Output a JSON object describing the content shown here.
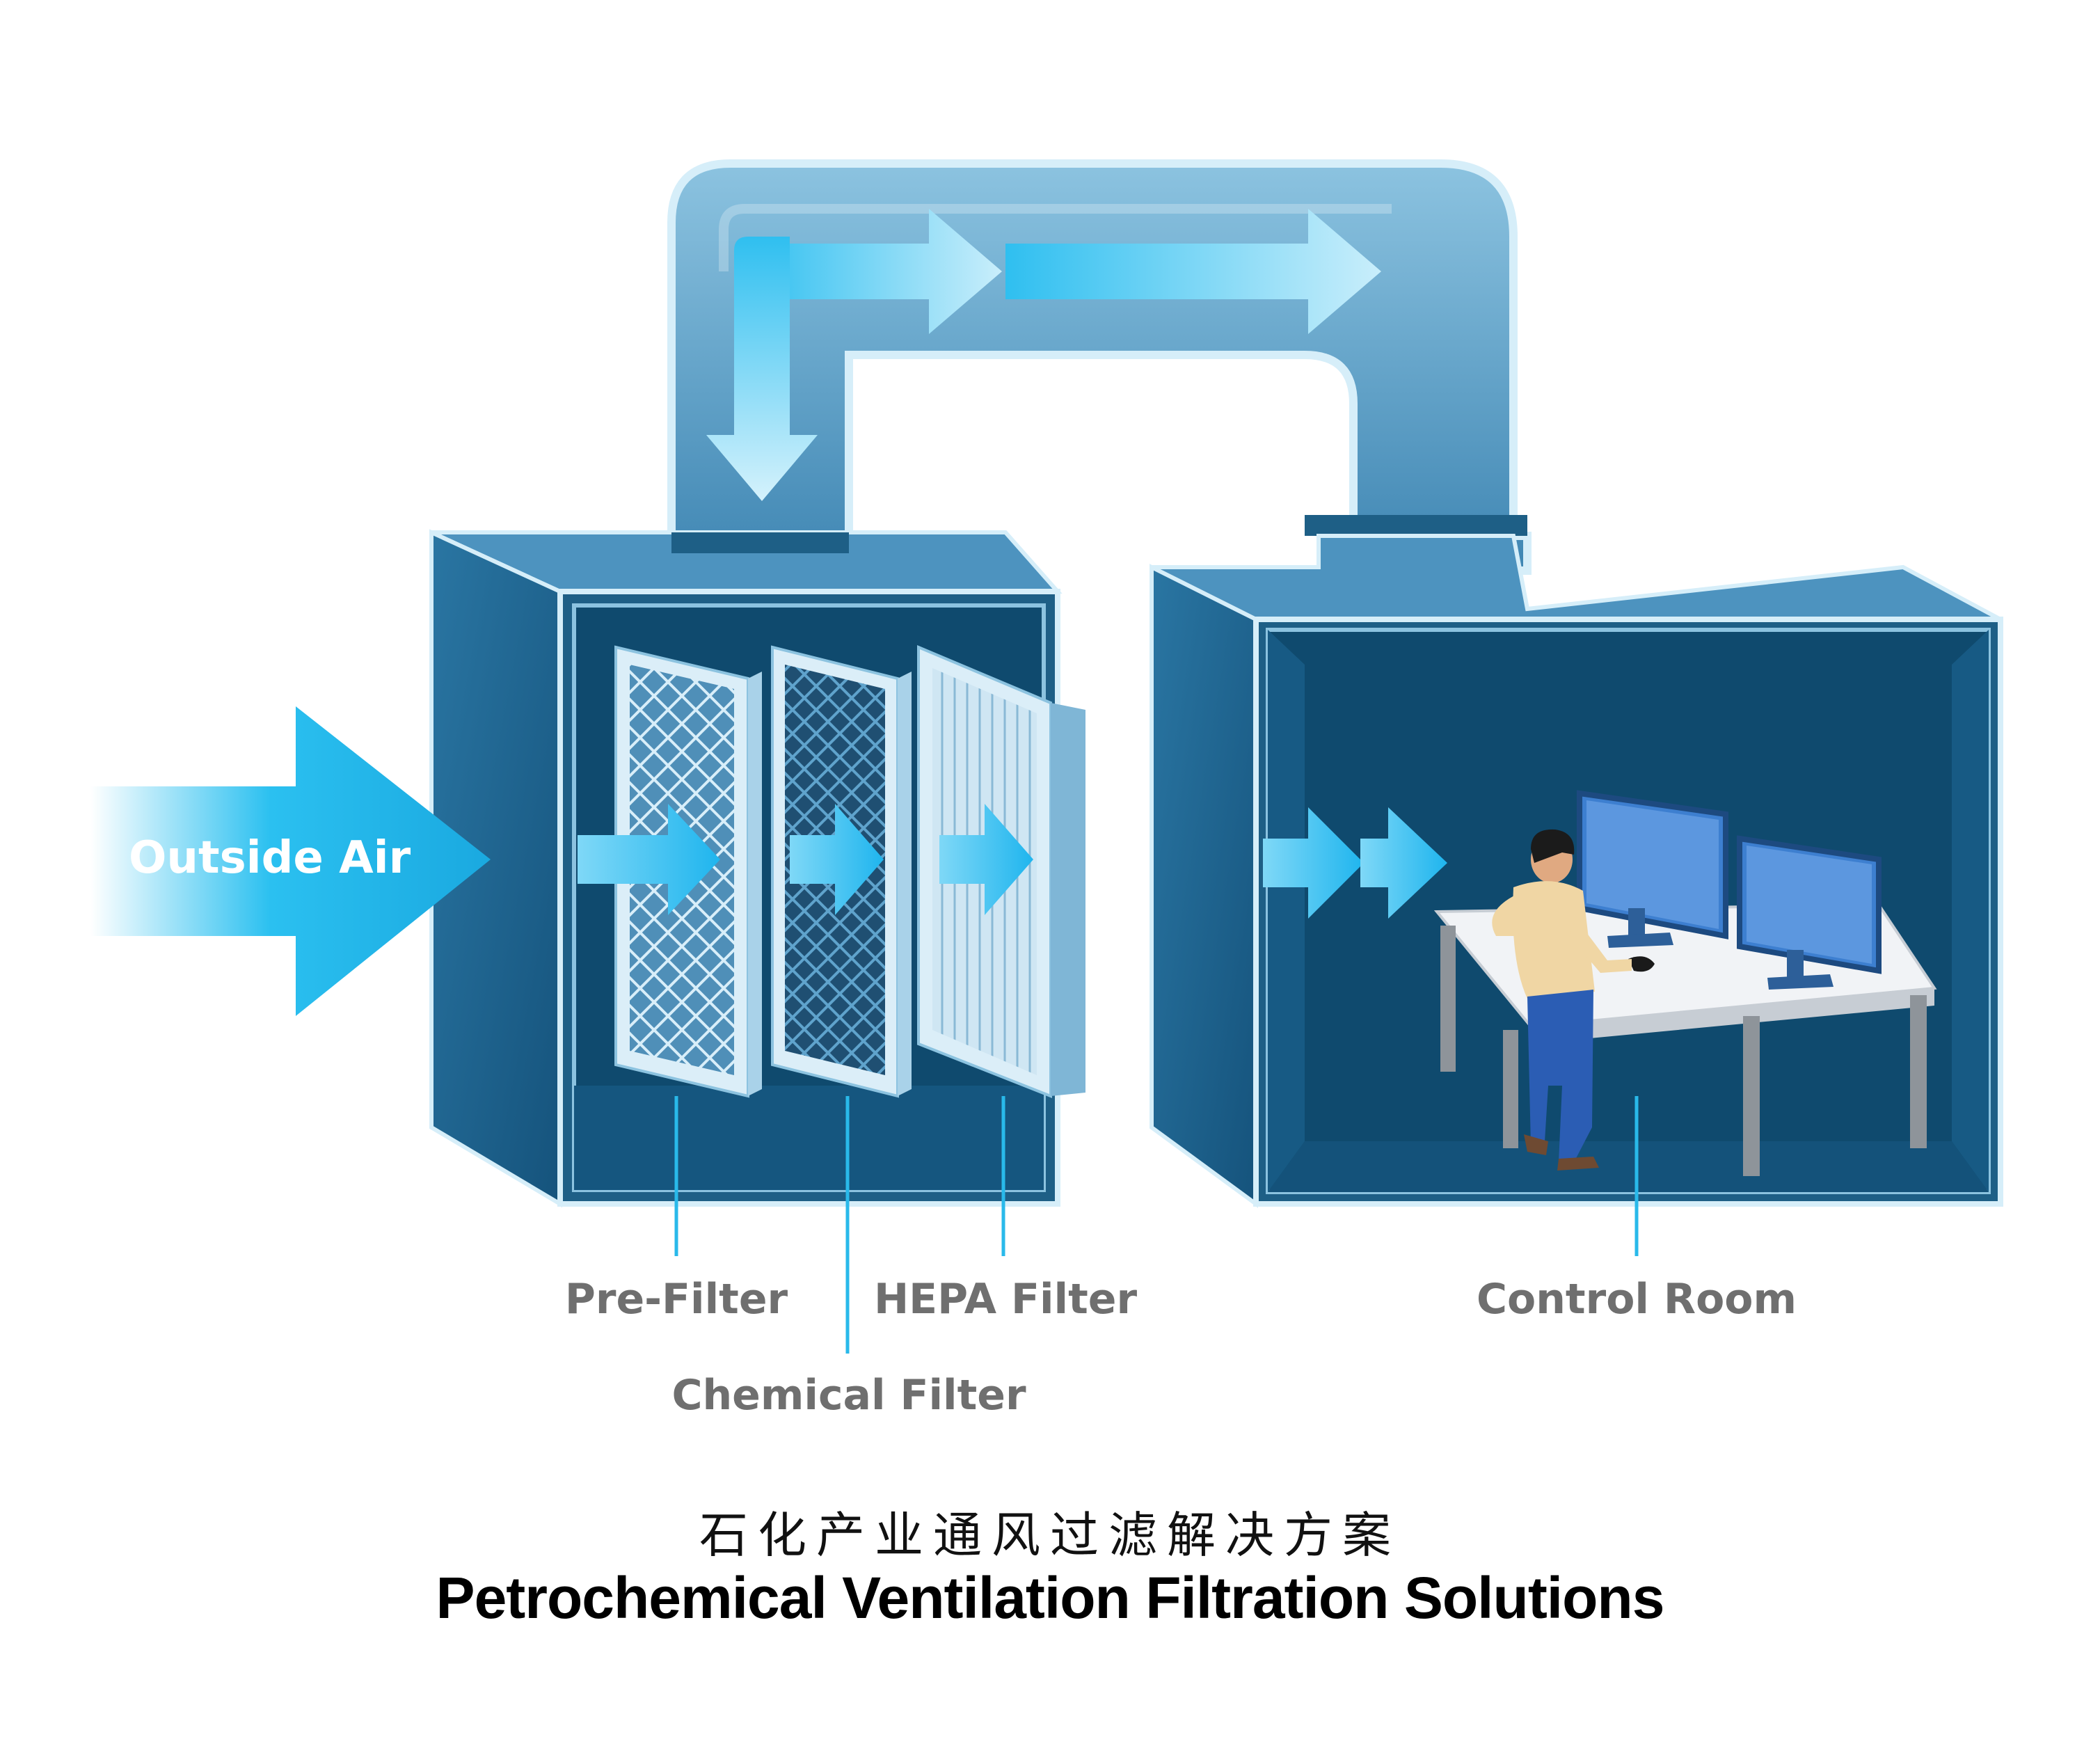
{
  "labels": {
    "outside_air": "Outside Air",
    "pre_filter": "Pre-Filter",
    "hepa_filter": "HEPA Filter",
    "chemical_filter": "Chemical Filter",
    "control_room": "Control Room"
  },
  "title": {
    "chinese": "石化产业通风过滤解决方案",
    "english": "Petrochemical Ventilation Filtration Solutions"
  },
  "colors": {
    "housing_dark": "#1e5f86",
    "housing_light": "#5a9cc4",
    "interior": "#0f4a6e",
    "arrow": "#29b9ea",
    "leader_line": "#29b9ea",
    "label_text": "#6f6f6f"
  }
}
